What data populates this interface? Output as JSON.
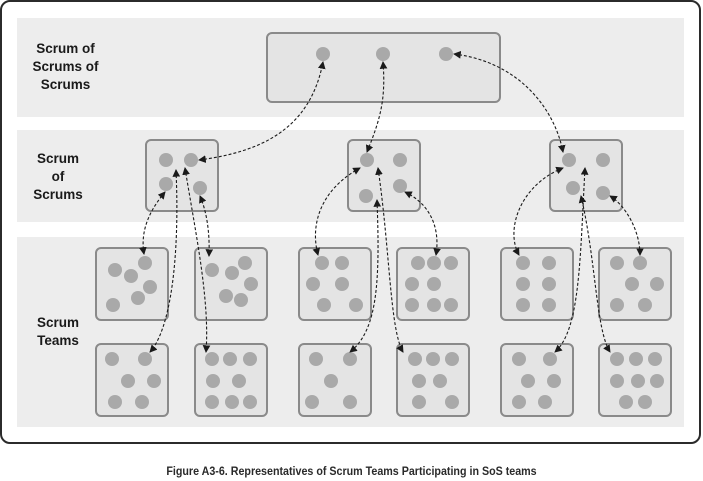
{
  "levels": [
    {
      "label_lines": [
        "Scrum of",
        "Scrums of",
        "Scrums"
      ]
    },
    {
      "label_lines": [
        "Scrum",
        "of",
        "Scrums"
      ]
    },
    {
      "label_lines": [
        "Scrum",
        "Teams"
      ]
    }
  ],
  "caption": "Figure A3-6. Representatives of Scrum Teams Participating in SoS teams",
  "colors": {
    "dot": "#a9a9a9",
    "box_fill": "#e4e4e4",
    "box_border": "#8a8a8a",
    "band": "#ededed",
    "arrow": "#1a1a1a"
  }
}
